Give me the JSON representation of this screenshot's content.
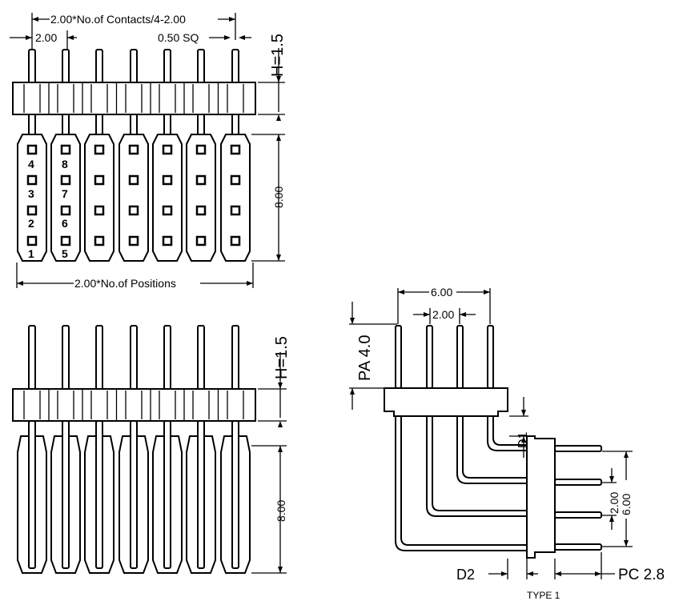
{
  "top_view": {
    "dim_top": "2.00*No.of Contacts/4-2.00",
    "dim_pitch": "2.00",
    "dim_pin": "0.50 SQ",
    "dim_h": "H=1.5",
    "dim_len": "8.00",
    "dim_positions": "2.00*No.of Positions",
    "pin_numbers": [
      "4",
      "3",
      "2",
      "1",
      "8",
      "7",
      "6",
      "5"
    ]
  },
  "side_view": {
    "dim_h": "H=1.5",
    "dim_len": "8.00"
  },
  "right_angle_view": {
    "dim_width": "6.00",
    "dim_pitch": "2.00",
    "dim_pa": "PA  4.0",
    "dim_d1": "D1",
    "dim_pitch_vertical": "2.00",
    "dim_width_vertical": "6.00",
    "dim_d2": "D2",
    "dim_pc": "PC  2.8",
    "type_label": "TYPE 1"
  }
}
